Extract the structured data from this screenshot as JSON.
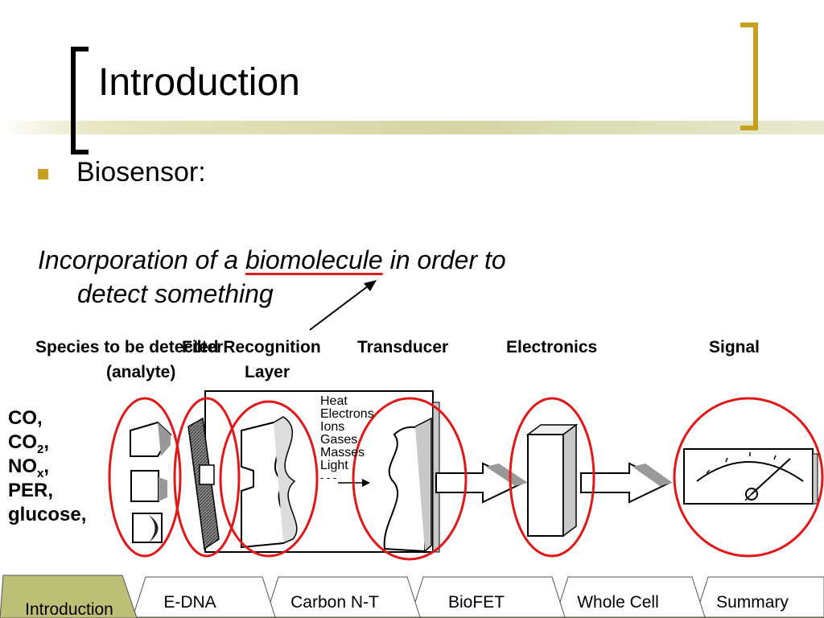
{
  "slide": {
    "title": "Introduction",
    "bullet": "Biosensor:",
    "definition": {
      "before": "Incorporation of a ",
      "highlight": "biomolecule",
      "after": " in order to",
      "line2": "detect something"
    },
    "colors": {
      "accent": "#c8a020",
      "circle": "#e01818",
      "band": "#d4d6a4",
      "tab_active": "#bcbf76"
    }
  },
  "diagram": {
    "labels": {
      "species": "Species to be detected",
      "analyte": "(analyte)",
      "filter": "Filter",
      "recognition": "Recognition",
      "layer": "Layer",
      "transducer": "Transducer",
      "electronics": "Electronics",
      "signal": "Signal"
    },
    "transducer_items": [
      "Heat",
      "Electrons",
      "Ions",
      "Gases",
      "Masses",
      "Light"
    ],
    "analytes": {
      "co": "CO,",
      "co2_base": "CO",
      "co2_sub": "2",
      "co2_tail": ",",
      "nox_base": "NO",
      "nox_sub": "x",
      "nox_tail": ",",
      "per": "PER,",
      "glucose": "glucose,"
    }
  },
  "tabs": [
    {
      "label": "Introduction",
      "active": true
    },
    {
      "label": "E-DNA",
      "active": false
    },
    {
      "label": "Carbon N-T",
      "active": false
    },
    {
      "label": "BioFET",
      "active": false
    },
    {
      "label": "Whole Cell",
      "active": false
    },
    {
      "label": "Summary",
      "active": false
    }
  ]
}
